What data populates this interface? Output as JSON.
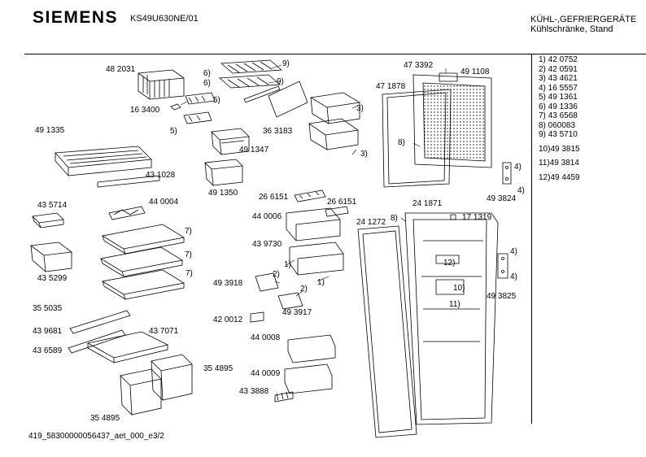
{
  "header": {
    "brand": "SIEMENS",
    "model": "KS49U630NE/01",
    "category_line1": "KÜHL-,GEFRIERGERÄTE",
    "category_line2": "Kühlschränke, Stand"
  },
  "legend": [
    "1) 42 0752",
    "2) 42 0591",
    "3) 43 4621",
    "4) 16 5557",
    "5) 49 1361",
    "6) 49 1336",
    "7) 43 6568",
    "8) 060083",
    "9) 43 5710",
    "10)49 3815",
    "11)49 3814",
    "12)49 4459"
  ],
  "callouts": {
    "p482031": "48 2031",
    "p163400": "16 3400",
    "p491335": "49 1335",
    "p431028": "43 1028",
    "p435714": "43 5714",
    "p440004": "44 0004",
    "p435299": "43 5299",
    "p355035": "35 5035",
    "p439681": "43 9681",
    "p437071": "43 7071",
    "p436589": "43 6589",
    "p354895a": "35 4895",
    "p354895b": "35 4895",
    "p491347": "49 1347",
    "p491350": "49 1350",
    "p363183": "36 3183",
    "p473392": "47 3392",
    "p491108": "49 1108",
    "p471878": "47 1878",
    "p266151a": "26 6151",
    "p266151b": "26 6151",
    "p440006": "44 0006",
    "p439730": "43 9730",
    "p493918": "49 3918",
    "p493917": "49 3917",
    "p420012": "42 0012",
    "p440008": "44 0008",
    "p440009": "44 0009",
    "p433888": "43 3888",
    "p241871": "24 1871",
    "p241272": "24 1272",
    "p171319": "17 1319",
    "p493824": "49 3824",
    "p493825": "49 3825",
    "r5a": "5)",
    "r5b": "5)",
    "r6a": "6)",
    "r6b": "6)",
    "r9a": "9)",
    "r9b": "9)",
    "r3a": "3)",
    "r3b": "3)",
    "r8a": "8)",
    "r8b": "8)",
    "r7a": "7)",
    "r7b": "7)",
    "r7c": "7)",
    "r1a": "1)",
    "r1b": "1)",
    "r2a": "2)",
    "r2b": "2)",
    "r4a": "4)",
    "r4b": "4)",
    "r4c": "4)",
    "r4d": "4)",
    "r10": "10)",
    "r11": "11)",
    "r12": "12)"
  },
  "footer": "419_58300000056437_aet_000_e3/2"
}
